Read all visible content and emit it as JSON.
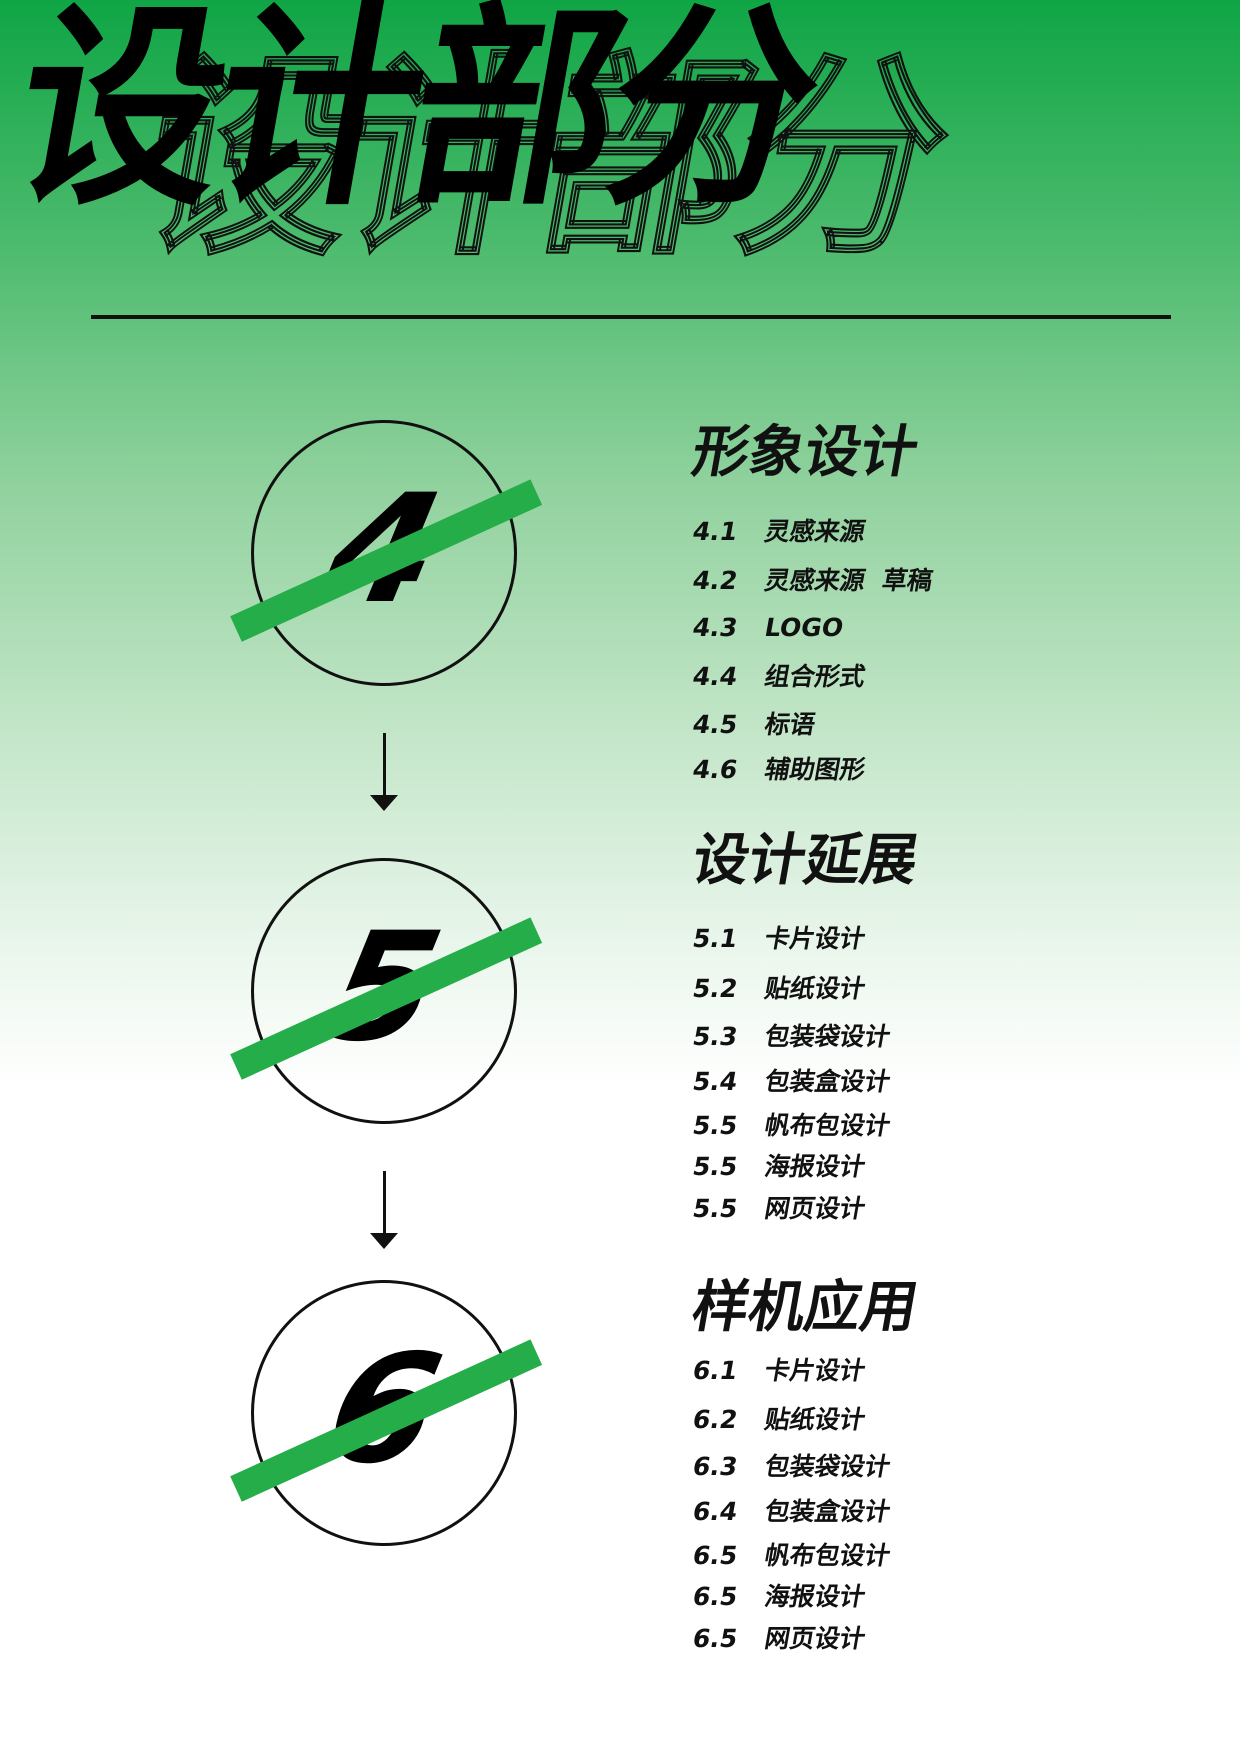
{
  "title": "设计部分",
  "accent_color": "#24ad48",
  "steps": [
    {
      "number": "4",
      "heading": "形象设计",
      "items": [
        {
          "n": "4.1",
          "label": "灵感来源"
        },
        {
          "n": "4.2",
          "label": "灵感来源  草稿"
        },
        {
          "n": "4.3",
          "label": "LOGO"
        },
        {
          "n": "4.4",
          "label": "组合形式"
        },
        {
          "n": "4.5",
          "label": "标语"
        },
        {
          "n": "4.6",
          "label": "辅助图形"
        }
      ]
    },
    {
      "number": "5",
      "heading": "设计延展",
      "items": [
        {
          "n": "5.1",
          "label": "卡片设计"
        },
        {
          "n": "5.2",
          "label": "贴纸设计"
        },
        {
          "n": "5.3",
          "label": "包装袋设计"
        },
        {
          "n": "5.4",
          "label": "包装盒设计"
        },
        {
          "n": "5.5",
          "label": "帆布包设计"
        },
        {
          "n": "5.5",
          "label": "海报设计"
        },
        {
          "n": "5.5",
          "label": "网页设计"
        }
      ]
    },
    {
      "number": "6",
      "heading": "样机应用",
      "items": [
        {
          "n": "6.1",
          "label": "卡片设计"
        },
        {
          "n": "6.2",
          "label": "贴纸设计"
        },
        {
          "n": "6.3",
          "label": "包装袋设计"
        },
        {
          "n": "6.4",
          "label": "包装盒设计"
        },
        {
          "n": "6.5",
          "label": "帆布包设计"
        },
        {
          "n": "6.5",
          "label": "海报设计"
        },
        {
          "n": "6.5",
          "label": "网页设计"
        }
      ]
    }
  ]
}
